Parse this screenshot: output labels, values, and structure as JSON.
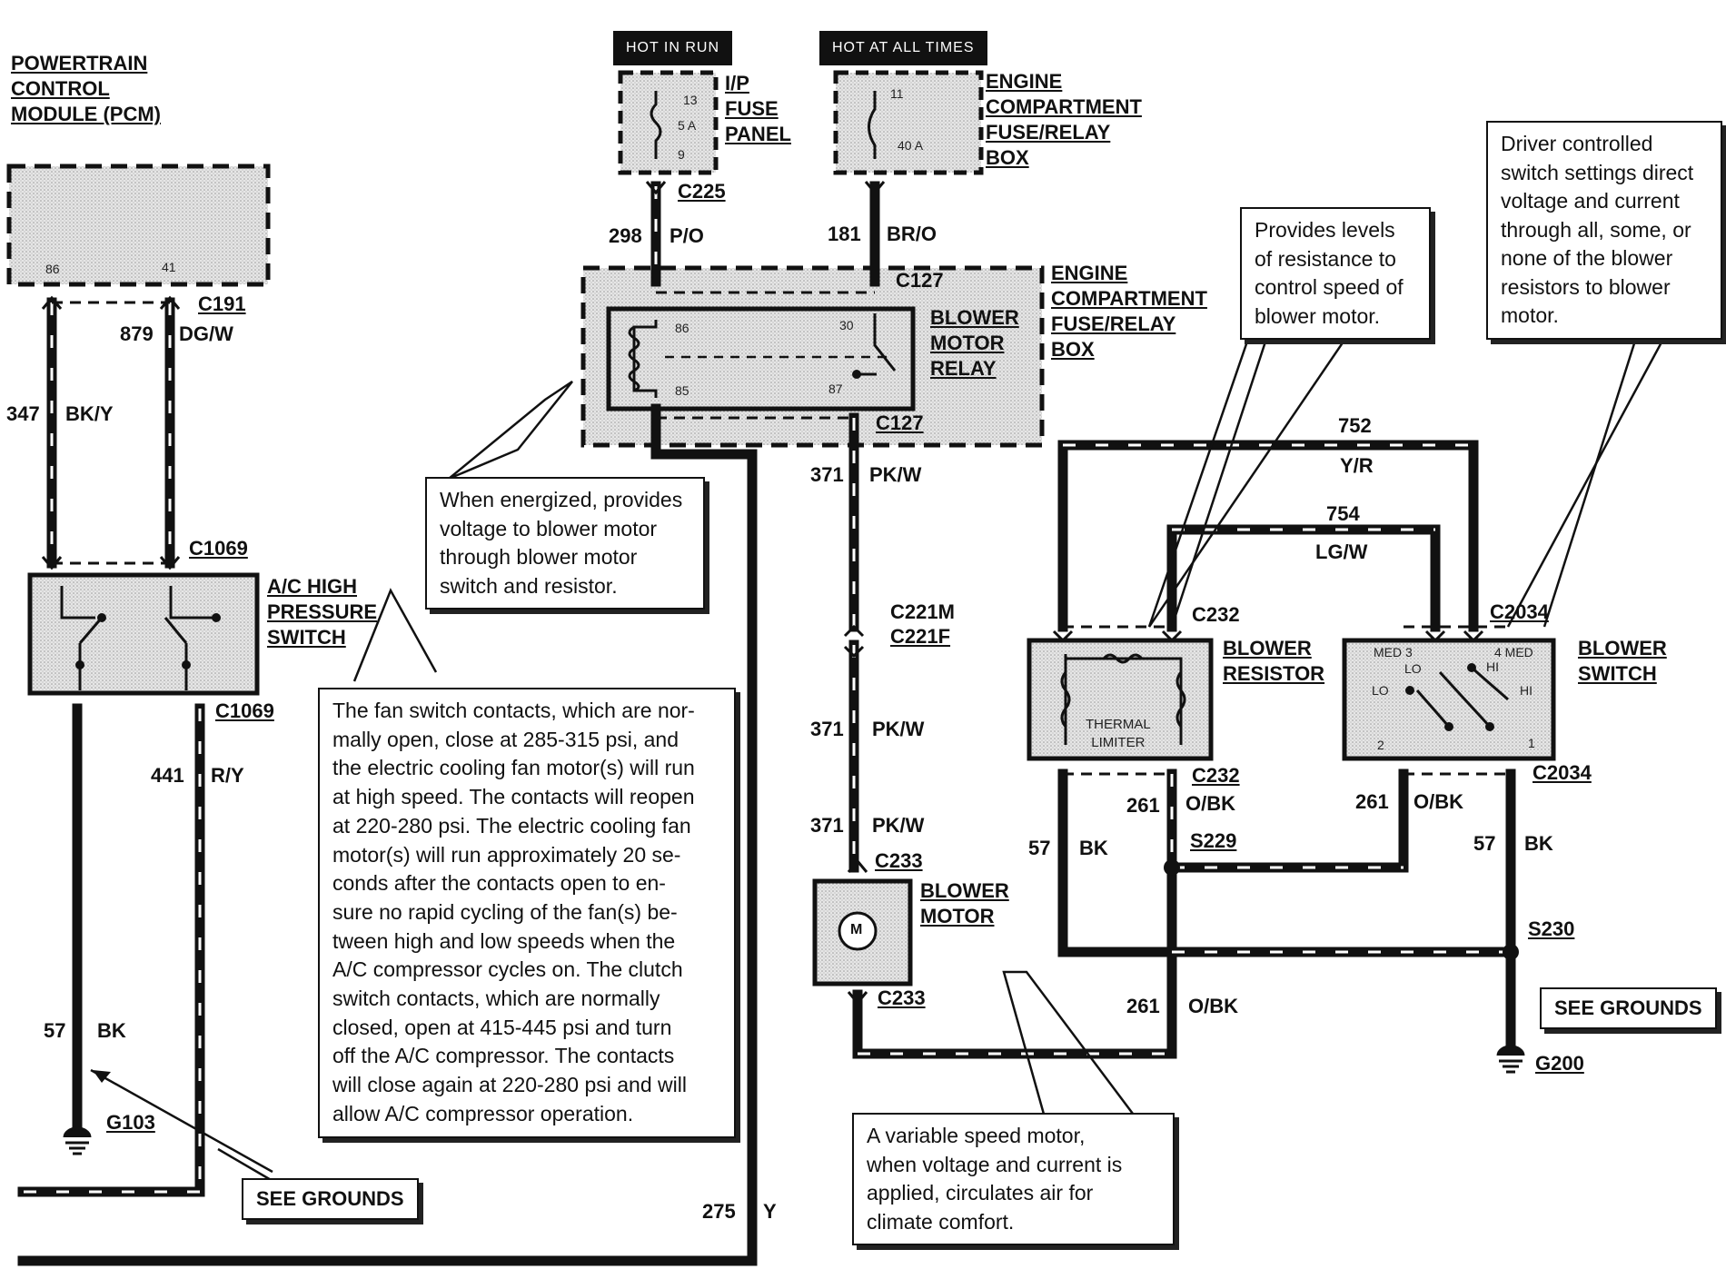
{
  "headers": {
    "hot_in_run": "HOT IN RUN",
    "hot_at_all_times": "HOT AT ALL TIMES"
  },
  "components": {
    "pcm": [
      "POWERTRAIN",
      "CONTROL",
      "MODULE (PCM)"
    ],
    "ip_fuse_panel": [
      "I/P",
      "FUSE",
      "PANEL"
    ],
    "engine_box_top": [
      "ENGINE",
      "COMPARTMENT",
      "FUSE/RELAY",
      "BOX"
    ],
    "engine_box_mid": [
      "ENGINE",
      "COMPARTMENT",
      "FUSE/RELAY",
      "BOX"
    ],
    "blower_motor_relay": [
      "BLOWER",
      "MOTOR",
      "RELAY"
    ],
    "ac_switch": [
      "A/C HIGH",
      "PRESSURE",
      "SWITCH"
    ],
    "blower_motor": [
      "BLOWER",
      "MOTOR"
    ],
    "blower_resistor": [
      "BLOWER",
      "RESISTOR"
    ],
    "blower_switch": [
      "BLOWER",
      "SWITCH"
    ],
    "motor_symbol": "M",
    "thermal_limiter": [
      "THERMAL",
      "LIMITER"
    ]
  },
  "connectors": {
    "c225": "C225",
    "c127_top": "C127",
    "c127_bot": "C127",
    "c191": "C191",
    "c1069_top": "C1069",
    "c1069_bot": "C1069",
    "c221m": "C221M",
    "c221f": "C221F",
    "c233_top": "C233",
    "c233_bot": "C233",
    "c232_top": "C232",
    "c232_bot": "C232",
    "c2034_top": "C2034",
    "c2034_bot": "C2034",
    "s229": "S229",
    "s230": "S230",
    "g103": "G103",
    "g200": "G200"
  },
  "pins": {
    "fuse13": "13",
    "fuse5a": "5 A",
    "fuse9": "9",
    "fuse11": "11",
    "fuse40a": "40 A",
    "relay86": "86",
    "relay85": "85",
    "relay30": "30",
    "relay87": "87",
    "pcm86": "86",
    "pcm41": "41",
    "sw_med3": "MED 3",
    "sw_lo": "LO",
    "sw_lo2": "LO",
    "sw_hi": "HI",
    "sw_4med": "4 MED",
    "sw_hi2": "HI",
    "sw_2": "2",
    "sw_1": "1"
  },
  "wires": {
    "w298": "298",
    "po": "P/O",
    "w181": "181",
    "bro": "BR/O",
    "w879": "879",
    "dgw": "DG/W",
    "w347": "347",
    "bky": "BK/Y",
    "w371a": "371",
    "pkw_a": "PK/W",
    "w371b": "371",
    "pkw_b": "PK/W",
    "w371c": "371",
    "pkw_c": "PK/W",
    "w441": "441",
    "ry": "R/Y",
    "w57a": "57",
    "bk_a": "BK",
    "w752": "752",
    "yr": "Y/R",
    "w754": "754",
    "lgw": "LG/W",
    "w261a": "261",
    "obk_a": "O/BK",
    "w261b": "261",
    "obk_b": "O/BK",
    "w261c": "261",
    "obk_c": "O/BK",
    "w57b": "57",
    "bk_b": "BK",
    "w57c": "57",
    "bk_c": "BK",
    "w275": "275",
    "y": "Y"
  },
  "notes": {
    "relay": [
      "When energized, provides",
      "voltage to blower motor",
      "through  blower motor",
      "switch and resistor."
    ],
    "resistor": [
      "Provides levels",
      "of resistance to",
      "control speed of",
      "blower motor."
    ],
    "switch": [
      "Driver controlled",
      "switch settings direct",
      "voltage and current",
      "through all, some, or",
      "none of the blower",
      "resistors to blower",
      "motor."
    ],
    "fan": [
      "The fan switch contacts, which are nor-",
      "mally open, close at 285-315 psi, and",
      "the electric cooling fan motor(s) will run",
      "at high speed. The contacts will reopen",
      "at 220-280 psi. The electric cooling fan",
      "motor(s) will run approximately 20 se-",
      "conds after the contacts open to en-",
      "sure no rapid cycling of the fan(s) be-",
      "tween high and low speeds when the",
      "A/C compressor cycles on. The clutch",
      "switch contacts, which are normally",
      "closed, open at 415-445 psi and turn",
      "off the A/C compressor. The contacts",
      "will close again at 220-280 psi and will",
      "allow A/C compressor operation."
    ],
    "motor": [
      "A variable speed motor,",
      "when  voltage and current is",
      "applied, circulates air for",
      "climate comfort."
    ]
  },
  "see_grounds": [
    "SEE GROUNDS",
    "SEE GROUNDS"
  ]
}
